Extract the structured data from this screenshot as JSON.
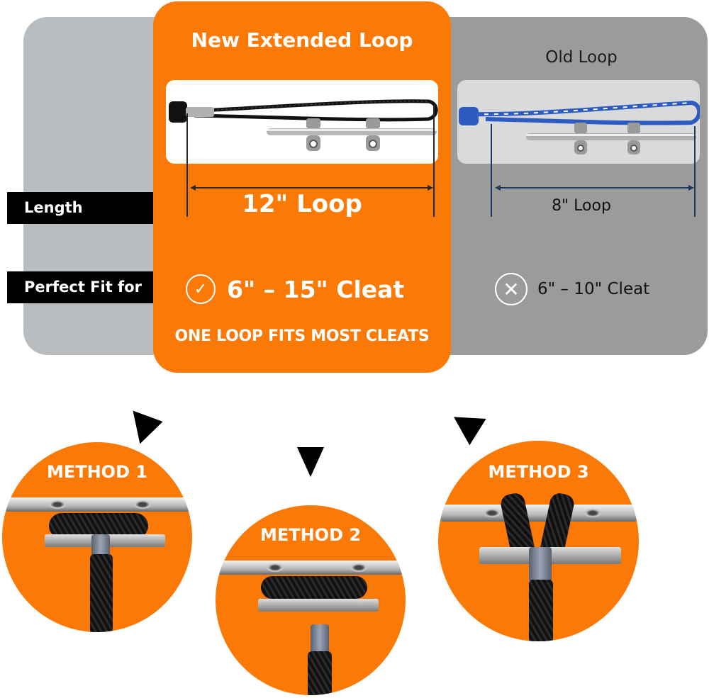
{
  "comparison": {
    "new": {
      "title": "New Extended Loop",
      "length": "12\" Loop",
      "fit": "6\" – 15\" Cleat",
      "fit_icon": "check-circle-icon",
      "tagline": "ONE LOOP FITS MOST CLEATS"
    },
    "old": {
      "title": "Old Loop",
      "length": "8\" Loop",
      "fit": "6\" – 10\" Cleat",
      "fit_icon": "x-circle-icon"
    },
    "row_labels": {
      "length": "Length",
      "fit": "Perfect Fit for"
    },
    "icons": {
      "check": "✓",
      "cross": "✕"
    }
  },
  "methods": [
    {
      "label": "METHOD 1"
    },
    {
      "label": "METHOD 2"
    },
    {
      "label": "METHOD 3"
    }
  ],
  "colors": {
    "accent": "#fb7a07",
    "left_panel": "#babdc0",
    "right_panel": "#9b9b9b",
    "label_bg": "#000000"
  }
}
